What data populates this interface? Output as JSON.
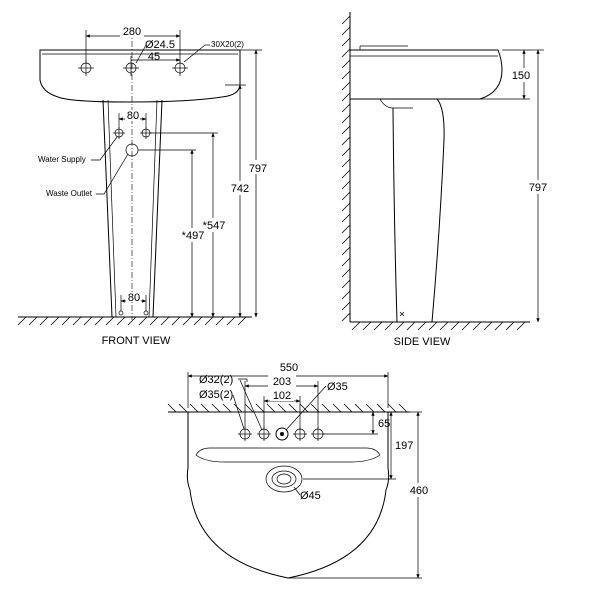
{
  "front_view": {
    "title": "FRONT VIEW",
    "labels": {
      "water_supply": "Water Supply",
      "waste_outlet": "Waste Outlet"
    },
    "dimensions": {
      "tap_spacing": "280",
      "tap_hole": "Ø24.5",
      "tap_offset": "45",
      "overflow_slot": "30X20(2)",
      "supply_spacing_top": "80",
      "supply_spacing_bottom": "80",
      "height_total": "797",
      "height_rim": "742",
      "height_supply": "*547",
      "height_waste": "*497"
    }
  },
  "side_view": {
    "title": "SIDE VIEW",
    "dimensions": {
      "basin_depth": "150",
      "height_total": "797"
    }
  },
  "top_view": {
    "dimensions": {
      "width": "550",
      "hole_32": "Ø32(2)",
      "hole_35_pair": "Ø35(2)",
      "span_203": "203",
      "span_102": "102",
      "hole_35": "Ø35",
      "hole_row_depth": "65",
      "drain_depth": "197",
      "total_depth": "460",
      "drain_dia": "Ø45"
    }
  }
}
